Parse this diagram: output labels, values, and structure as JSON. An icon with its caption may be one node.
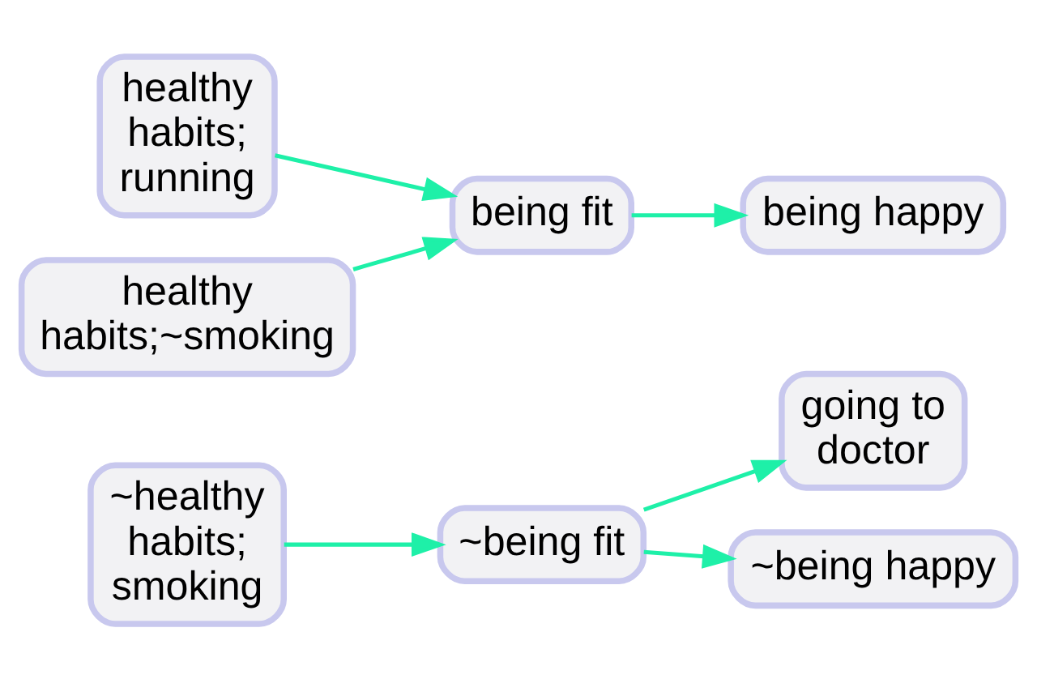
{
  "diagram": {
    "nodes": [
      {
        "text": [
          "~healthy habits; smoking"
        ]
      },
      {
        "text": [
          "~being fit"
        ]
      },
      {
        "text": [
          "going to doctor"
        ]
      },
      {
        "text": [
          "~being happy"
        ]
      },
      {
        "text": [
          "healthy habits; running"
        ]
      },
      {
        "text": [
          "healthy habits;~smoking"
        ]
      },
      {
        "text": [
          "being fit"
        ]
      },
      {
        "text": [
          "being happy"
        ]
      }
    ],
    "edges": [
      {
        "from": 0,
        "to": 1,
        "arrow": "to"
      },
      {
        "from": 1,
        "to": 2,
        "arrow": "to"
      },
      {
        "from": 1,
        "to": 3,
        "arrow": "to"
      },
      {
        "from": 4,
        "to": 6,
        "arrow": "to"
      },
      {
        "from": 5,
        "to": 6,
        "arrow": "to"
      },
      {
        "from": 6,
        "to": 7,
        "arrow": "to"
      }
    ]
  }
}
